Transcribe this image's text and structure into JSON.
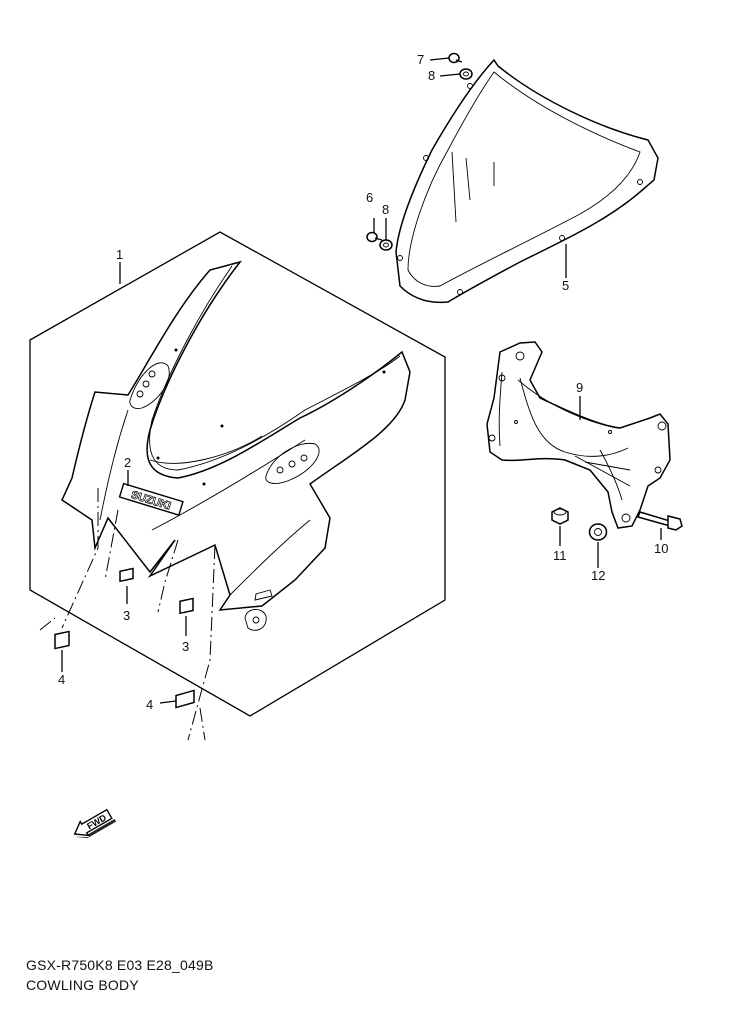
{
  "labels": {
    "p1": "1",
    "p2": "2",
    "p3a": "3",
    "p3b": "3",
    "p4a": "4",
    "p4b": "4",
    "p5": "5",
    "p6": "6",
    "p7": "7",
    "p8a": "8",
    "p8b": "8",
    "p9": "9",
    "p10": "10",
    "p11": "11",
    "p12": "12"
  },
  "logo_text": "SUZUKI",
  "fwd_text": "FWD",
  "caption": {
    "code": "GSX-R750K8 E03 E28_049B",
    "title": "COWLING BODY"
  }
}
